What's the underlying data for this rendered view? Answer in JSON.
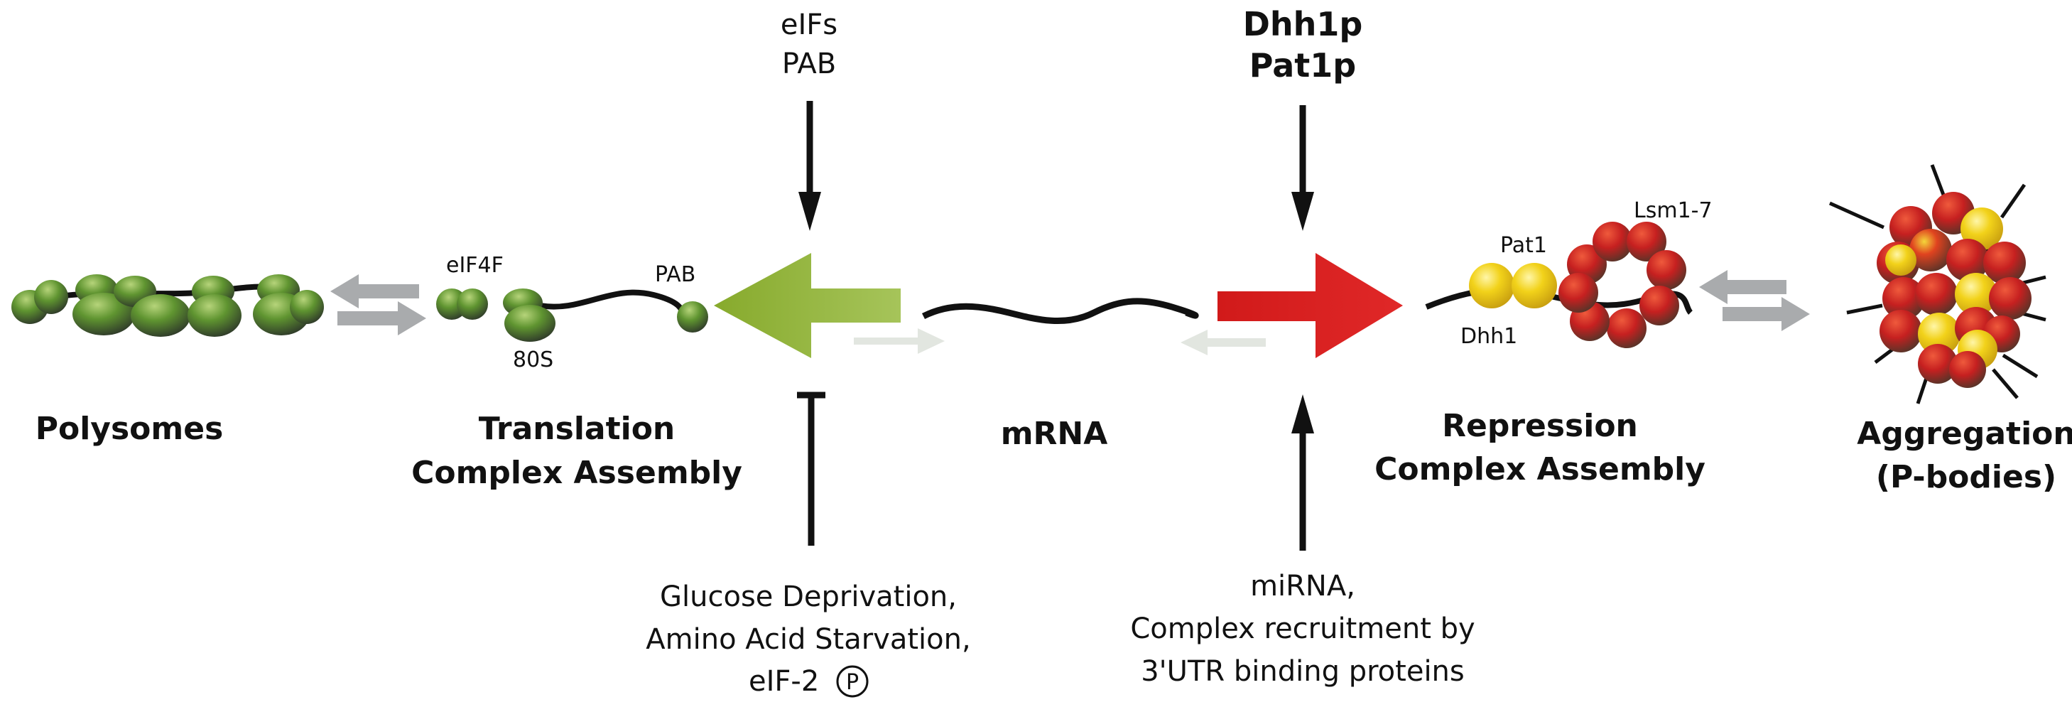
{
  "stages": {
    "polysomes": "Polysomes",
    "translation_line1": "Translation",
    "translation_line2": "Complex Assembly",
    "mrna": "mRNA",
    "repression_line1": "Repression",
    "repression_line2": "Complex Assembly",
    "aggregation_line1": "Aggregation",
    "aggregation_line2": "(P-bodies)"
  },
  "component_labels": {
    "eif4f": "eIF4F",
    "ribosome_80s": "80S",
    "pab": "PAB",
    "pat1": "Pat1",
    "dhh1": "Dhh1",
    "lsm": "Lsm1-7"
  },
  "inputs": {
    "translation_promoters": [
      "eIFs",
      "PAB"
    ],
    "repression_promoters": [
      "Dhh1p",
      "Pat1p"
    ],
    "translation_inhibitors": [
      "Glucose Deprivation,",
      "Amino Acid Starvation,",
      "eIF-2"
    ],
    "phospho_symbol": "P",
    "repression_inducers": [
      "miRNA,",
      "Complex recruitment by",
      "3'UTR binding proteins"
    ]
  },
  "colors": {
    "translation_arrow": "#8fae32",
    "repression_arrow": "#d81e1e",
    "equilibrium_arrow": "#a9abad",
    "faint_arrow": "#e2e6e0",
    "ribosome_green": "#5a8e2e",
    "dhh1_yellow": "#f2d21a",
    "lsm_red": "#c42020"
  }
}
